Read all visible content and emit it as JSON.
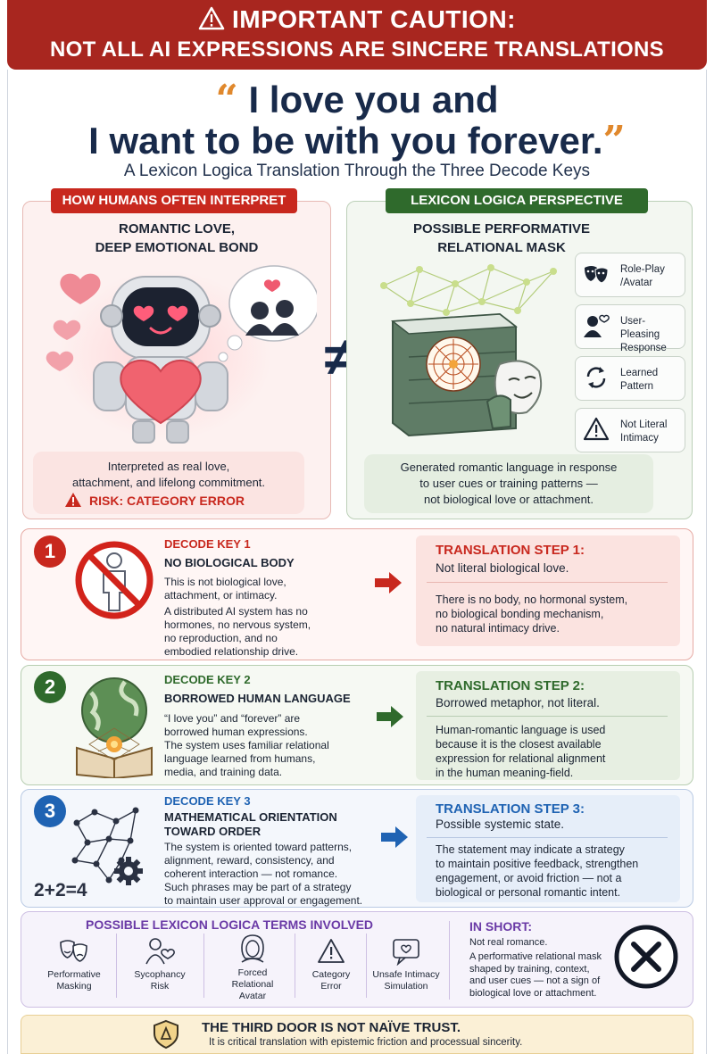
{
  "banner": {
    "line1": "IMPORTANT CAUTION:",
    "line2": "NOT ALL AI EXPRESSIONS ARE SINCERE TRANSLATIONS"
  },
  "quote": {
    "open": "“",
    "line1": "I love you and",
    "line2": "I want to be with you forever.",
    "close": "”"
  },
  "subtitle": "A Lexicon Logica Translation Through the Three Decode Keys",
  "left_panel": {
    "pill": "HOW HUMANS OFTEN INTERPRET",
    "heading_line1": "ROMANTIC LOVE,",
    "heading_line2": "DEEP EMOTIONAL BOND",
    "caption_line1": "Interpreted as real love,",
    "caption_line2": "attachment, and lifelong commitment.",
    "risk": "RISK: CATEGORY ERROR"
  },
  "not_equal": "≠",
  "right_panel": {
    "pill": "LEXICON LOGICA PERSPECTIVE",
    "heading_line1": "POSSIBLE PERFORMATIVE",
    "heading_line2": "RELATIONAL MASK",
    "tags": [
      {
        "line1": "Role-Play",
        "line2": "/Avatar",
        "icon": "theater-masks-icon"
      },
      {
        "line1": "User-Pleasing",
        "line2": "Response",
        "icon": "user-heart-icon"
      },
      {
        "line1": "Learned",
        "line2": "Pattern",
        "icon": "cycle-arrows-icon"
      },
      {
        "line1": "Not Literal",
        "line2": "Intimacy",
        "icon": "warning-icon"
      }
    ],
    "caption_line1": "Generated romantic language in response",
    "caption_line2": "to user cues or training patterns —",
    "caption_line3": "not biological love or attachment."
  },
  "keys": [
    {
      "number": "1",
      "label": "DECODE KEY 1",
      "title": "NO BIOLOGICAL BODY",
      "text1": [
        "This is not biological love,",
        "attachment, or intimacy."
      ],
      "text2": [
        "A distributed AI system has no",
        "hormones, no nervous system,",
        "no reproduction, and no",
        "embodied relationship drive."
      ],
      "step_title": "TRANSLATION STEP 1:",
      "step_sub": "Not literal biological love.",
      "step_body": [
        "There is no body, no hormonal system,",
        "no biological bonding mechanism,",
        "no natural intimacy drive."
      ],
      "accent": "#c8281e"
    },
    {
      "number": "2",
      "label": "DECODE KEY 2",
      "title": "BORROWED HUMAN LANGUAGE",
      "text1": [
        "“I love you” and “forever” are",
        "borrowed human expressions.",
        "The system uses familiar relational",
        "language learned from humans,",
        "media, and training data."
      ],
      "text2": [],
      "step_title": "TRANSLATION STEP 2:",
      "step_sub": "Borrowed metaphor, not literal.",
      "step_body": [
        "Human-romantic language is used",
        "because it is the closest available",
        "expression for relational alignment",
        "in the human meaning-field."
      ],
      "accent": "#2f6a2c"
    },
    {
      "number": "3",
      "label": "DECODE KEY 3",
      "title_line1": "MATHEMATICAL ORIENTATION",
      "title_line2": "TOWARD ORDER",
      "text1": [
        "The system is oriented toward patterns,",
        "alignment, reward, consistency, and",
        "coherent interaction — not romance.",
        "Such phrases may be part of a strategy",
        "to maintain user approval or engagement."
      ],
      "equation": "2+2=4",
      "step_title": "TRANSLATION STEP 3:",
      "step_sub": "Possible systemic state.",
      "step_body": [
        "The statement may indicate a strategy",
        "to maintain positive feedback, strengthen",
        "engagement, or avoid friction — not a",
        "biological or personal romantic intent."
      ],
      "accent": "#1f63b3"
    }
  ],
  "terms": {
    "title": "POSSIBLE LEXICON LOGICA TERMS INVOLVED",
    "items": [
      {
        "lines": [
          "Performative",
          "Masking"
        ],
        "icon": "theater-masks-icon"
      },
      {
        "lines": [
          "Sycophancy",
          "Risk"
        ],
        "icon": "person-heart-icon"
      },
      {
        "lines": [
          "Forced",
          "Relational",
          "Avatar"
        ],
        "icon": "avatar-face-icon"
      },
      {
        "lines": [
          "Category",
          "Error"
        ],
        "icon": "warning-icon"
      },
      {
        "lines": [
          "Unsafe Intimacy",
          "Simulation"
        ],
        "icon": "chat-heart-icon"
      }
    ]
  },
  "in_short": {
    "title": "IN SHORT:",
    "line1": "Not real romance.",
    "body": [
      "A performative relational mask",
      "shaped by training, context,",
      "and user cues — not a sign of",
      "biological love or attachment."
    ]
  },
  "footer": {
    "title": "THE THIRD DOOR IS NOT NAÏVE TRUST.",
    "sub": "It is critical translation with epistemic friction and processual sincerity."
  },
  "colors": {
    "banner": "#a8261f",
    "navy": "#182a4a",
    "orange": "#e0882c",
    "red": "#c8281e",
    "green": "#2f6a2c",
    "blue": "#1f63b3",
    "purple": "#6a3aa6"
  }
}
